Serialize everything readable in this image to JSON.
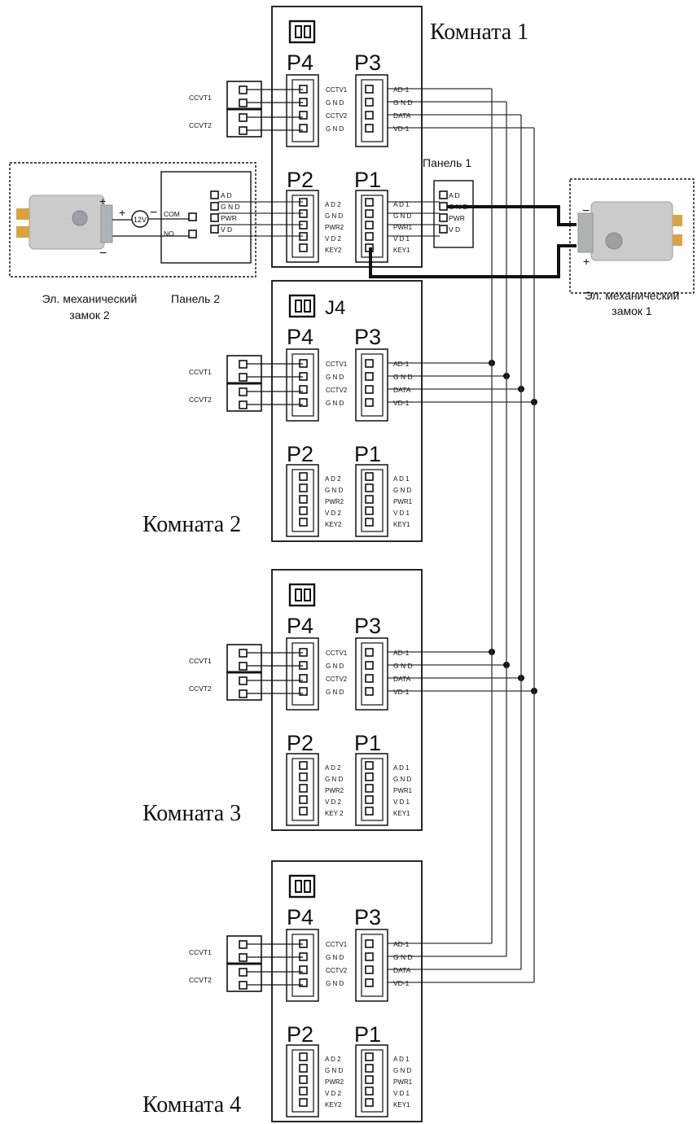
{
  "colors": {
    "line": "#111111",
    "wire": "#333333",
    "lock_body": "#c9cbcd",
    "lock_bolt": "#d9a340",
    "lock_knob": "#9aa0a4"
  },
  "rooms": [
    {
      "title": "Комната 1",
      "title_pos": "top-right",
      "indicator": "",
      "p4": "P4",
      "p3": "P3",
      "p2": "P2",
      "p1": "P1",
      "p4_pins": [
        "CCTV1",
        "G N D",
        "CCTV2",
        "G N D"
      ],
      "p3_pins": [
        "AD-1",
        "G N D",
        "DATA",
        "VD-1"
      ],
      "p2_pins": [
        "A D 2",
        "G N D",
        "PWR2",
        "V D 2",
        "KEY2"
      ],
      "p1_pins": [
        "A D 1",
        "G N D",
        "PWR1",
        "V D 1",
        "KEY1"
      ],
      "cctv": [
        "CCVT1",
        "CCVT2"
      ]
    },
    {
      "title": "Комната 2",
      "title_pos": "bottom-left",
      "indicator": "J4",
      "p4": "P4",
      "p3": "P3",
      "p2": "P2",
      "p1": "P1",
      "p4_pins": [
        "CCTV1",
        "G N D",
        "CCTV2",
        "G N D"
      ],
      "p3_pins": [
        "AD-1",
        "G N D",
        "DATA",
        "VD-1"
      ],
      "p2_pins": [
        "A D 2",
        "G N D",
        "PWR2",
        "V D 2",
        "KEY2"
      ],
      "p1_pins": [
        "A D 1",
        "G N D",
        "PWR1",
        "V D 1",
        "KEY1"
      ],
      "cctv": [
        "CCVT1",
        "CCVT2"
      ]
    },
    {
      "title": "Комната 3",
      "title_pos": "bottom-left",
      "indicator": "",
      "p4": "P4",
      "p3": "P3",
      "p2": "P2",
      "p1": "P1",
      "p4_pins": [
        "CCTV1",
        "G N D",
        "CCTV2",
        "G N D"
      ],
      "p3_pins": [
        "AD-1",
        "G N D",
        "DATA",
        "VD-1"
      ],
      "p2_pins": [
        "A D 2",
        "G N D",
        "PWR2",
        "V D 2",
        "KEY 2"
      ],
      "p1_pins": [
        "A D 1",
        "G N D",
        "PWR1",
        "V D 1",
        "KEY1"
      ],
      "cctv": [
        "CCVT1",
        "CCVT2"
      ]
    },
    {
      "title": "Комната 4",
      "title_pos": "bottom-left",
      "indicator": "",
      "p4": "P4",
      "p3": "P3",
      "p2": "P2",
      "p1": "P1",
      "p4_pins": [
        "CCTV1",
        "G N D",
        "CCTV2",
        "G N D"
      ],
      "p3_pins": [
        "AD-1",
        "G N D",
        "DATA",
        "VD-1"
      ],
      "p2_pins": [
        "A D 2",
        "G N D",
        "PWR2",
        "V D 2",
        "KEY2"
      ],
      "p1_pins": [
        "A D 1",
        "G N D",
        "PWR1",
        "V D 1",
        "KEY1"
      ],
      "cctv": [
        "CCVT1",
        "CCVT2"
      ]
    }
  ],
  "panel1": {
    "label": "Панель 1",
    "pins": [
      "A D",
      "G N D",
      "PWR",
      "V D"
    ]
  },
  "panel2": {
    "label": "Панель 2",
    "pins": [
      "A D",
      "G N D",
      "PWR",
      "V D"
    ],
    "com": "COM",
    "no": "NO",
    "voltage": "12V"
  },
  "lock1": {
    "label_line1": "Эл. механический",
    "label_line2": "замок 1",
    "plus": "+",
    "minus": "−"
  },
  "lock2": {
    "label_line1": "Эл. механический",
    "label_line2": "замок 2",
    "plus": "+",
    "minus": "−",
    "psu_plus": "+",
    "psu_minus": "−"
  }
}
